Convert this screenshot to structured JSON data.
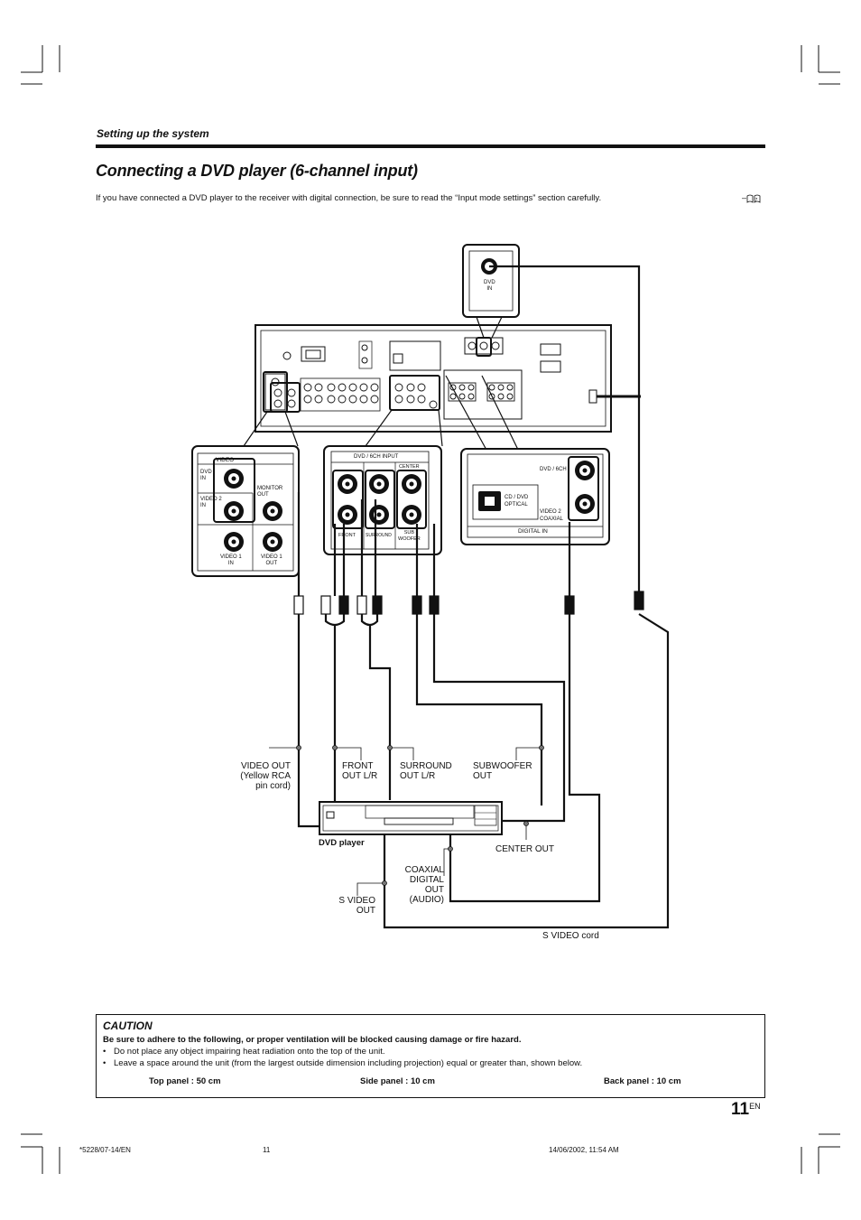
{
  "header": {
    "section": "Setting up the system",
    "title": "Connecting a DVD player (6-channel input)",
    "intro": "If you have connected a DVD player to the receiver with digital connection, be sure to read the “Input mode settings” section carefully.",
    "ref_mark": "–"
  },
  "diagram": {
    "inset_top": {
      "label": "DVD\nIN"
    },
    "inset_video": {
      "header": "VIDEO",
      "dvd_in": "DVD\nIN",
      "video2_in": "VIDEO 2\nIN",
      "monitor_out": "MONITOR\nOUT",
      "video1_in": "VIDEO 1\nIN",
      "video1_out": "VIDEO 1\nOUT"
    },
    "inset_6ch": {
      "header": "DVD / 6CH INPUT",
      "center": "CENTER",
      "front": "FRONT",
      "surround": "SURROUND",
      "sub": "SUB\nWOOFER"
    },
    "inset_digital": {
      "dvd6ch": "DVD / 6CH",
      "optical": "CD / DVD\nOPTICAL",
      "video2_coaxial": "VIDEO 2\nCOAXIAL",
      "digital_in": "DIGITAL IN"
    },
    "labels": {
      "video_out": "VIDEO OUT\n(Yellow RCA\npin cord)",
      "front_out": "FRONT\nOUT L/R",
      "surround_out": "SURROUND\nOUT L/R",
      "subwoofer_out": "SUBWOOFER\nOUT",
      "dvd_player": "DVD player",
      "center_out": "CENTER OUT",
      "coaxial_out": "COAXIAL\nDIGITAL\nOUT\n(AUDIO)",
      "s_video_out": "S VIDEO\nOUT",
      "s_video_cord": "S VIDEO cord"
    }
  },
  "caution": {
    "title": "CAUTION",
    "warning": "Be sure to adhere to the following, or proper ventilation will be blocked causing damage or fire hazard.",
    "bullets": [
      "Do not place any object impairing heat radiation onto the top of the unit.",
      "Leave a space around the unit (from the largest outside dimension including projection) equal or greater than, shown below."
    ],
    "top_panel": "Top panel : 50 cm",
    "side_panel": "Side panel : 10 cm",
    "back_panel": "Back panel : 10 cm"
  },
  "page_number": "11",
  "page_lang": "EN",
  "footer": {
    "code": "*5228/07-14/EN",
    "page": "11",
    "date": "14/06/2002, 11:54 AM"
  }
}
